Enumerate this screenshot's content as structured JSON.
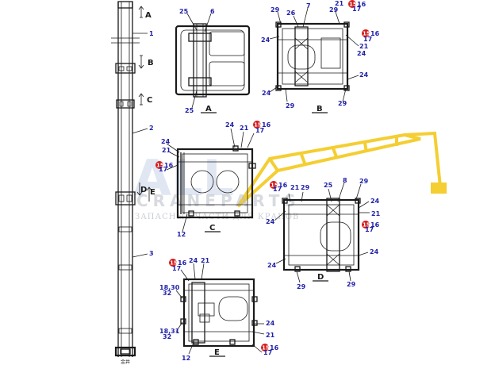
{
  "watermark": {
    "logo": "ALL",
    "brand": "CRANEPARTS",
    "tagline": "ЗАПАСНЫЕ ЧАСТИ ДЛЯ КРАНОВ",
    "color": "#f2c200"
  },
  "column": {
    "labels": [
      "1",
      "2",
      "3"
    ],
    "section_marks": [
      "A",
      "B",
      "C",
      "D",
      "E"
    ],
    "footer": "金井"
  },
  "views": {
    "A": {
      "title": "A",
      "labels": [
        "25",
        "6",
        "25"
      ]
    },
    "B": {
      "title": "B",
      "labels": [
        "29",
        "26",
        "7",
        "21",
        "16",
        "29",
        "17",
        "16",
        "24",
        "17",
        "21",
        "24",
        "24",
        "24",
        "29",
        "29"
      ]
    },
    "C": {
      "title": "C",
      "labels": [
        "24",
        "21",
        "16",
        "17",
        "24",
        "21",
        "16",
        "17",
        "12"
      ]
    },
    "D": {
      "title": "D",
      "labels": [
        "16",
        "17",
        "21",
        "29",
        "25",
        "8",
        "29",
        "24",
        "21",
        "16",
        "17",
        "24",
        "24",
        "24",
        "29",
        "29"
      ]
    },
    "E": {
      "title": "E",
      "labels": [
        "16",
        "17",
        "24",
        "21",
        "18,30",
        "32",
        "18,31",
        "32",
        "24",
        "21",
        "16",
        "17",
        "12"
      ]
    }
  },
  "callouts": {
    "badge_number": "15"
  },
  "colors": {
    "label": "#1f1fa8",
    "badge": "#d41a1a",
    "line": "#1a1a1a"
  }
}
